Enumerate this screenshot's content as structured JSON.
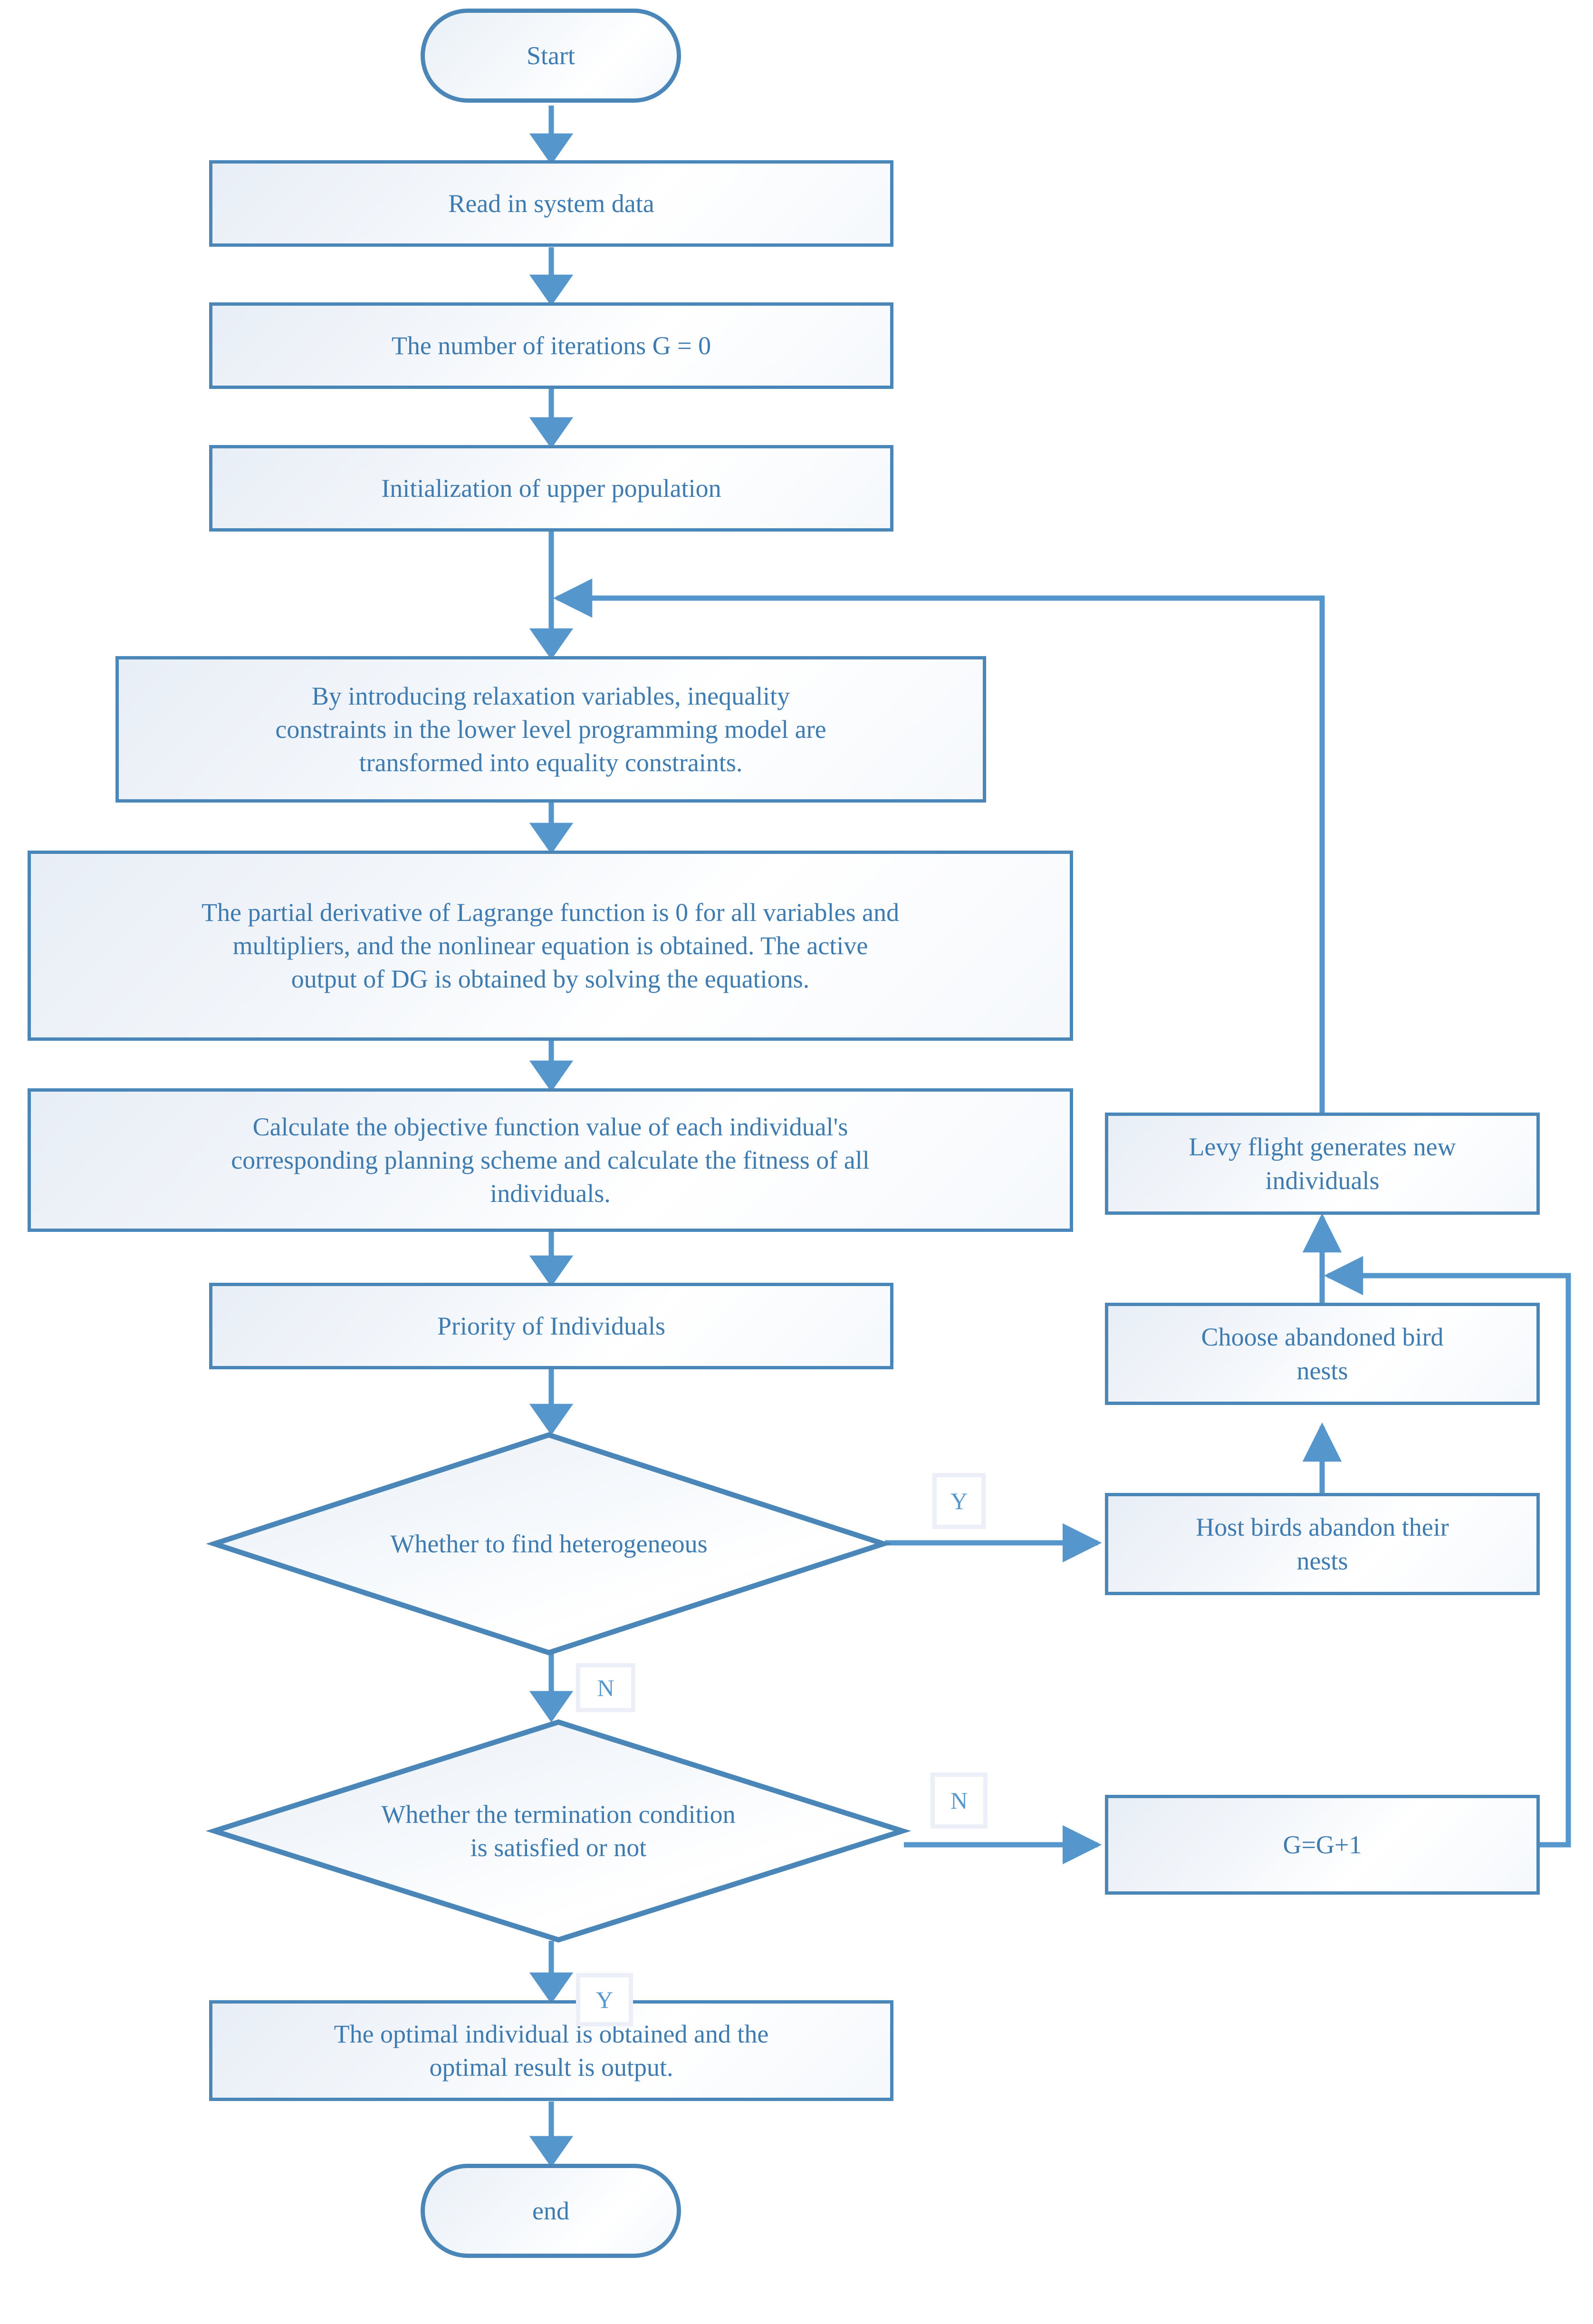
{
  "diagram": {
    "type": "flowchart",
    "title": "Bilevel programming cuckoo search algorithm flowchart",
    "accent_color": "#4a86b8",
    "text_color": "#3d7bb0",
    "label_box_color": "#eceff7",
    "node_fill": "#f2f6fb",
    "background": "#ffffff"
  },
  "nodes": {
    "start": {
      "label": "Start",
      "shape": "terminator"
    },
    "read_data": {
      "label": "Read in system data",
      "shape": "process"
    },
    "iterations": {
      "label": "The number of iterations G = 0",
      "shape": "process"
    },
    "init_population": {
      "label": "Initialization of upper population",
      "shape": "process"
    },
    "relaxation": {
      "shape": "process",
      "lines": [
        "By introducing relaxation variables, inequality",
        "constraints in the lower level programming model are",
        "transformed into equality constraints."
      ]
    },
    "lagrange": {
      "shape": "process",
      "lines": [
        "The partial derivative of Lagrange function is 0 for all variables and",
        "multipliers, and the nonlinear equation is obtained. The active",
        "output of DG is obtained by solving the equations."
      ]
    },
    "objective": {
      "shape": "process",
      "lines": [
        "Calculate the objective function value of each individual's",
        "corresponding planning scheme and calculate the fitness of all",
        "individuals."
      ]
    },
    "priority": {
      "label": "Priority of Individuals",
      "shape": "process"
    },
    "decision_heterogeneous": {
      "label": "Whether to find heterogeneous",
      "shape": "decision"
    },
    "decision_termination": {
      "shape": "decision",
      "lines": [
        "Whether the termination condition",
        "is satisfied or not"
      ]
    },
    "optimal_output": {
      "shape": "process",
      "lines": [
        "The optimal individual is obtained and the",
        "optimal result is output."
      ]
    },
    "end": {
      "label": "end",
      "shape": "terminator"
    },
    "levy_flight": {
      "shape": "process",
      "lines": [
        "Levy flight generates new",
        "individuals"
      ]
    },
    "choose_nests": {
      "shape": "process",
      "lines": [
        "Choose abandoned bird",
        "nests"
      ]
    },
    "host_abandon": {
      "shape": "process",
      "lines": [
        "Host birds abandon their",
        "nests"
      ]
    },
    "increment_g": {
      "label": "G=G+1",
      "shape": "process"
    }
  },
  "edge_labels": {
    "heterogeneous_yes": "Y",
    "heterogeneous_no": "N",
    "termination_no": "N",
    "termination_yes": "Y"
  },
  "edges": [
    {
      "from": "start",
      "to": "read_data"
    },
    {
      "from": "read_data",
      "to": "iterations"
    },
    {
      "from": "iterations",
      "to": "init_population"
    },
    {
      "from": "init_population",
      "to": "relaxation"
    },
    {
      "from": "relaxation",
      "to": "lagrange"
    },
    {
      "from": "lagrange",
      "to": "objective"
    },
    {
      "from": "objective",
      "to": "priority"
    },
    {
      "from": "priority",
      "to": "decision_heterogeneous"
    },
    {
      "from": "decision_heterogeneous",
      "to": "host_abandon",
      "label": "Y"
    },
    {
      "from": "decision_heterogeneous",
      "to": "decision_termination",
      "label": "N"
    },
    {
      "from": "decision_termination",
      "to": "increment_g",
      "label": "N"
    },
    {
      "from": "decision_termination",
      "to": "optimal_output",
      "label": "Y"
    },
    {
      "from": "optimal_output",
      "to": "end"
    },
    {
      "from": "host_abandon",
      "to": "choose_nests"
    },
    {
      "from": "choose_nests",
      "to": "levy_flight"
    },
    {
      "from": "levy_flight",
      "to": "relaxation"
    },
    {
      "from": "increment_g",
      "to": "levy_flight"
    }
  ]
}
